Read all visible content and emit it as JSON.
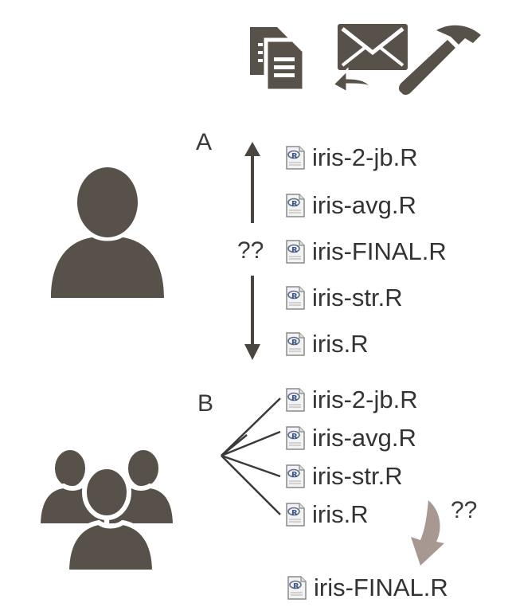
{
  "colors": {
    "icon_dark": "#585149",
    "arrow_pink": "#a89892",
    "text": "#333333"
  },
  "toolbar_icons": [
    "copy-files-icon",
    "email-reply-icon",
    "hammer-icon"
  ],
  "section_a": {
    "label": "A",
    "question": "??",
    "files": [
      "iris-2-jb.R",
      "iris-avg.R",
      "iris-FINAL.R",
      "iris-str.R",
      "iris.R"
    ]
  },
  "section_b": {
    "label": "B",
    "question": "??",
    "files": [
      "iris-2-jb.R",
      "iris-avg.R",
      "iris-str.R",
      "iris.R"
    ],
    "merged_file": "iris-FINAL.R"
  }
}
